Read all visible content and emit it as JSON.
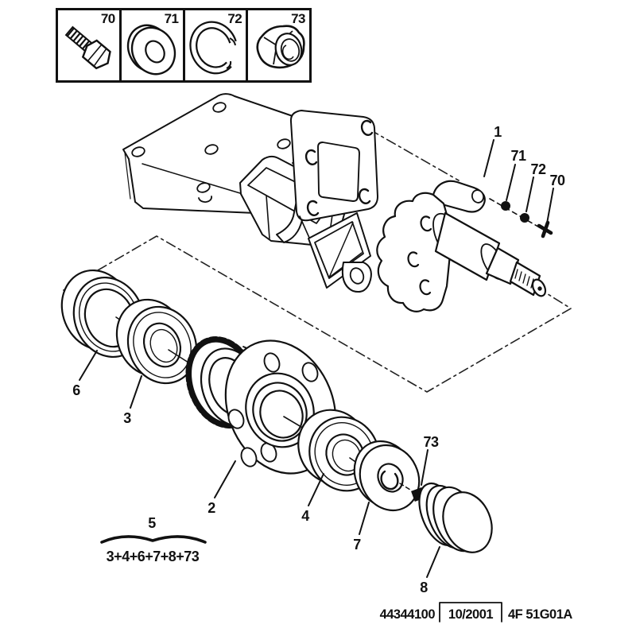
{
  "legend": {
    "items": [
      {
        "number": "70",
        "icon": "hex-bolt-icon"
      },
      {
        "number": "71",
        "icon": "flat-washer-icon"
      },
      {
        "number": "72",
        "icon": "circlip-icon"
      },
      {
        "number": "73",
        "icon": "flange-lock-nut-icon"
      }
    ]
  },
  "callouts": {
    "stub_axle": "1",
    "hub": "2",
    "bearing_inner": "3",
    "bearing_outer": "4",
    "group": "5",
    "seal": "6",
    "thrust_washer": "7",
    "cap": "8",
    "bolt": "70",
    "washer": "71",
    "circlip": "72",
    "nut_at_cap": "73"
  },
  "group": {
    "label": "5",
    "formula": "3+4+6+7+8+73"
  },
  "footer": {
    "reference": "44344100",
    "date": "10/2001",
    "code": "4F 51G01A"
  }
}
